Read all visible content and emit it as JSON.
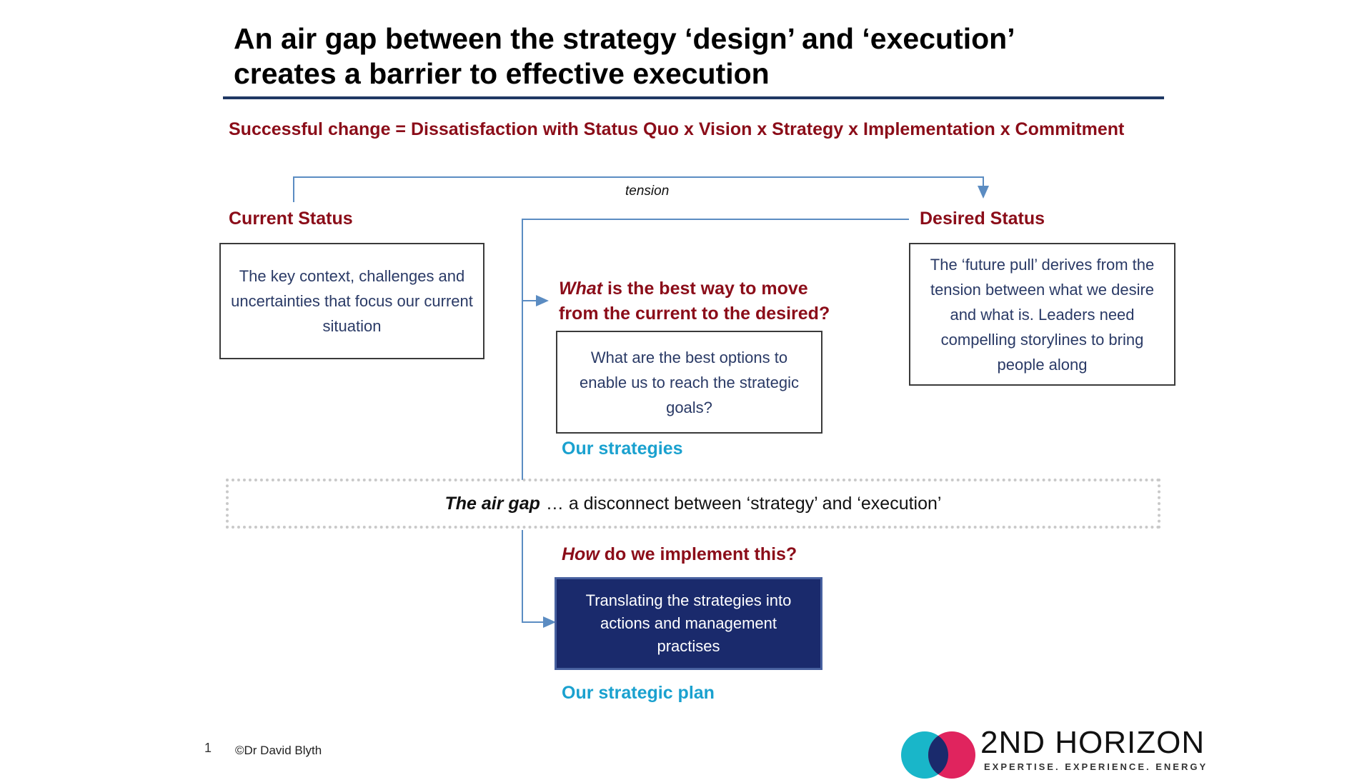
{
  "title": {
    "line1": "An air gap between the strategy ‘design’ and ‘execution’",
    "line2": "creates a barrier to effective execution"
  },
  "formula": "Successful change = Dissatisfaction with Status Quo x Vision x Strategy x Implementation x Commitment",
  "tension_label": "tension",
  "current_status": {
    "heading": "Current Status",
    "text": "The key context, challenges and uncertainties that focus our current situation"
  },
  "desired_status": {
    "heading": "Desired Status",
    "text": "The ‘future pull’ derives from the tension between what we desire and what is. Leaders need compelling storylines to bring people along"
  },
  "strategy": {
    "question_em": "What",
    "question_rest": " is the best way to move",
    "question_line2": "from the current to the desired?",
    "text": "What are the best options to enable us to reach the strategic goals?",
    "label": "Our strategies"
  },
  "air_gap": {
    "em": "The air gap",
    "rest": "… a disconnect between ‘strategy’ and ‘execution’"
  },
  "plan": {
    "question_em": "How",
    "question_rest": " do we implement this?",
    "text": "Translating the strategies into actions and management practises",
    "label": "Our strategic plan"
  },
  "footer": {
    "page_number": "1",
    "copyright": "©Dr David Blyth"
  },
  "logo": {
    "name": "2ND HORIZON",
    "tagline": "EXPERTISE. EXPERIENCE. ENERGY"
  },
  "colors": {
    "heading_red": "#8b0d19",
    "teal": "#1aa1cf",
    "navy": "#1f3864",
    "dark_box": "#1a2a6c",
    "connector": "#5b8cc2"
  }
}
